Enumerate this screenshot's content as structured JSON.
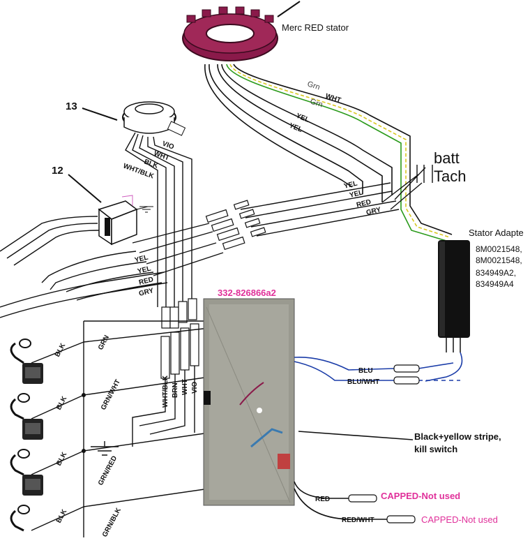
{
  "callouts": {
    "stator_title": "Merc RED stator",
    "part_13": "13",
    "part_12": "12",
    "batt": "batt",
    "tach": "Tach",
    "stator_adapter_title": "Stator Adapte",
    "adapter_parts": [
      "8M0021548,",
      "8M0021548,",
      "834949A2,",
      "834949A4"
    ],
    "module_part_number": "332-826866a2",
    "kill_switch_line1": "Black+yellow stripe,",
    "kill_switch_line2": "kill switch",
    "capped_red": "CAPPED-Not used",
    "capped_redwht": "CAPPED-Not used"
  },
  "wire_labels": {
    "stator_grn1": "Grn",
    "stator_wht": "WHT",
    "stator_grn2": "Grn",
    "stator_yel1": "YEL",
    "stator_yel2": "YEL",
    "trig_vio": "VIO",
    "trig_wht": "WHT",
    "trig_blk": "BLK",
    "trig_whtblk": "WHT/BLK",
    "right_yel1": "YEL",
    "right_yel2": "YEL",
    "right_red": "RED",
    "right_gry": "GRY",
    "left_yel1": "YEL",
    "left_yel2": "YEL",
    "left_red": "RED",
    "left_gry": "GRY",
    "vert_whtblk": "WHT/BLK",
    "vert_brn": "BRN",
    "vert_wht": "WHT",
    "vert_vio": "VIO",
    "coil_blk1": "BLK",
    "coil_grn1": "GRN",
    "coil_blk2": "BLK",
    "coil_grnwht": "GRN/WHT",
    "coil_blk3": "BLK",
    "coil_grnred": "GRN/RED",
    "coil_blk4": "BLK",
    "coil_grnblk": "GRN/BLK",
    "blu": "BLU",
    "bluwht": "BLU/WHT",
    "red_out": "RED",
    "redwht_out": "RED/WHT"
  },
  "colors": {
    "stator": "#8a1a4a",
    "annotation_pink": "#e0309a",
    "module_photo": "#9a9a90",
    "adapter_box": "#111111",
    "blue_wire": "#1a3ca8",
    "green_wire": "#2a9a1a"
  }
}
